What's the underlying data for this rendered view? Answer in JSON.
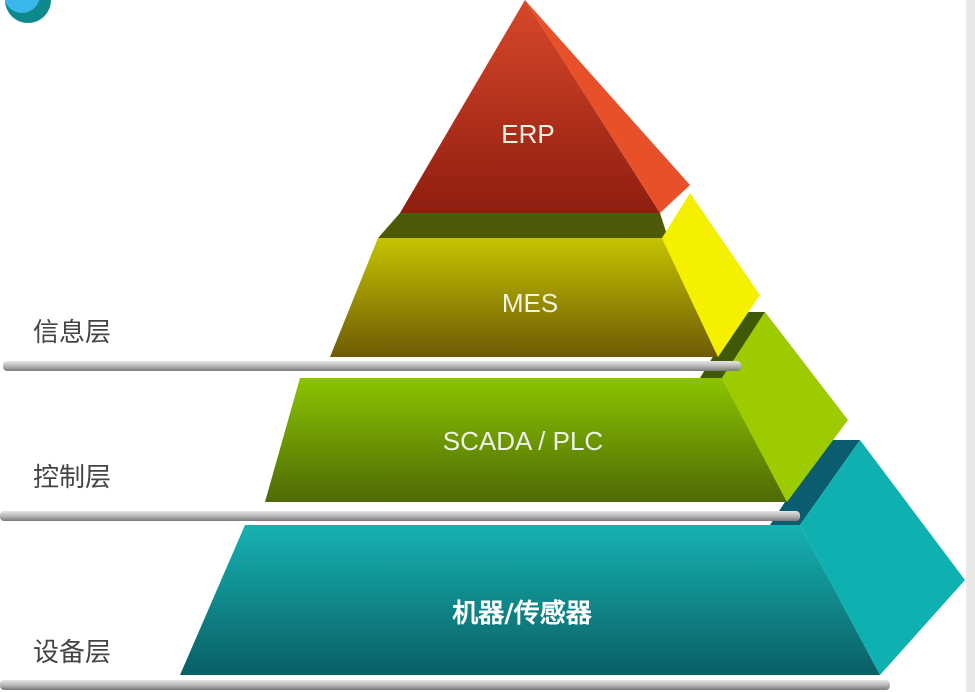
{
  "tiers": [
    {
      "label": "ERP",
      "color": "#c0301a"
    },
    {
      "label": "MES",
      "color": "#b8b800"
    },
    {
      "label": "SCADA / PLC",
      "color": "#7fb000"
    },
    {
      "label": "机器/传感器",
      "color": "#13a5a5"
    }
  ],
  "layers": [
    {
      "label": "信息层"
    },
    {
      "label": "控制层"
    },
    {
      "label": "设备层"
    }
  ]
}
